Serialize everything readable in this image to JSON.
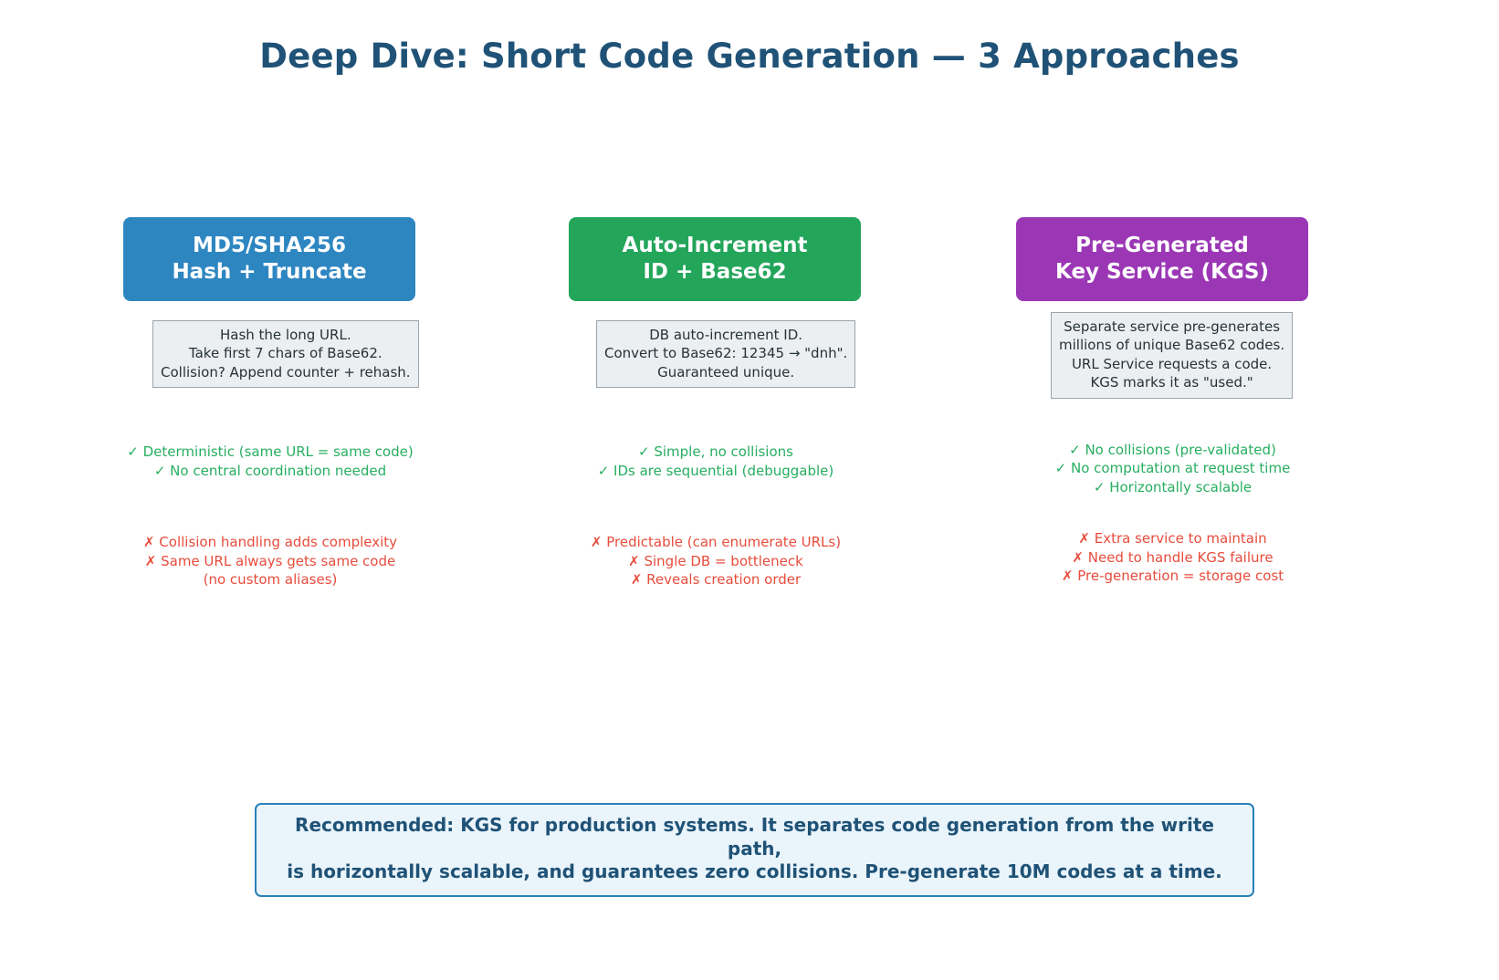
{
  "title": "Deep Dive: Short Code Generation — 3 Approaches",
  "colors": {
    "title": "#1f5276",
    "approach1": "#2e86c1",
    "approach2": "#23a55a",
    "approach3": "#9b37b5",
    "pro": "#27ae60",
    "con": "#e74c3c",
    "banner_border": "#2980b9",
    "banner_bg": "#eaf4fb",
    "desc_bg": "#eceff1"
  },
  "approaches": [
    {
      "header_line1": "MD5/SHA256",
      "header_line2": "Hash + Truncate",
      "header_color": "#2e86c1",
      "description": [
        "Hash the long URL.",
        "Take first 7 chars of Base62.",
        "Collision? Append counter + rehash."
      ],
      "pros": [
        "✓ Deterministic (same URL = same code)",
        "✓ No central coordination needed"
      ],
      "cons": [
        "✗ Collision handling adds complexity",
        "✗ Same URL always gets same code",
        "(no custom aliases)"
      ]
    },
    {
      "header_line1": "Auto-Increment",
      "header_line2": "ID + Base62",
      "header_color": "#23a55a",
      "description": [
        "DB auto-increment ID.",
        "Convert to Base62: 12345 → \"dnh\".",
        "Guaranteed unique."
      ],
      "pros": [
        "✓ Simple, no collisions",
        "✓ IDs are sequential (debuggable)"
      ],
      "cons": [
        "✗ Predictable (can enumerate URLs)",
        "✗ Single DB = bottleneck",
        "✗ Reveals creation order"
      ]
    },
    {
      "header_line1": "Pre-Generated",
      "header_line2": "Key Service (KGS)",
      "header_color": "#9b37b5",
      "description": [
        "Separate service pre-generates",
        "millions of unique Base62 codes.",
        "URL Service requests a code.",
        "KGS marks it as \"used.\""
      ],
      "pros": [
        "✓ No collisions (pre-validated)",
        "✓ No computation at request time",
        "✓ Horizontally scalable"
      ],
      "cons": [
        "✗ Extra service to maintain",
        "✗ Need to handle KGS failure",
        "✗ Pre-generation = storage cost"
      ]
    }
  ],
  "recommendation": [
    "Recommended: KGS for production systems. It separates code generation from the write path,",
    "is horizontally scalable, and guarantees zero collisions. Pre-generate 10M codes at a time."
  ]
}
